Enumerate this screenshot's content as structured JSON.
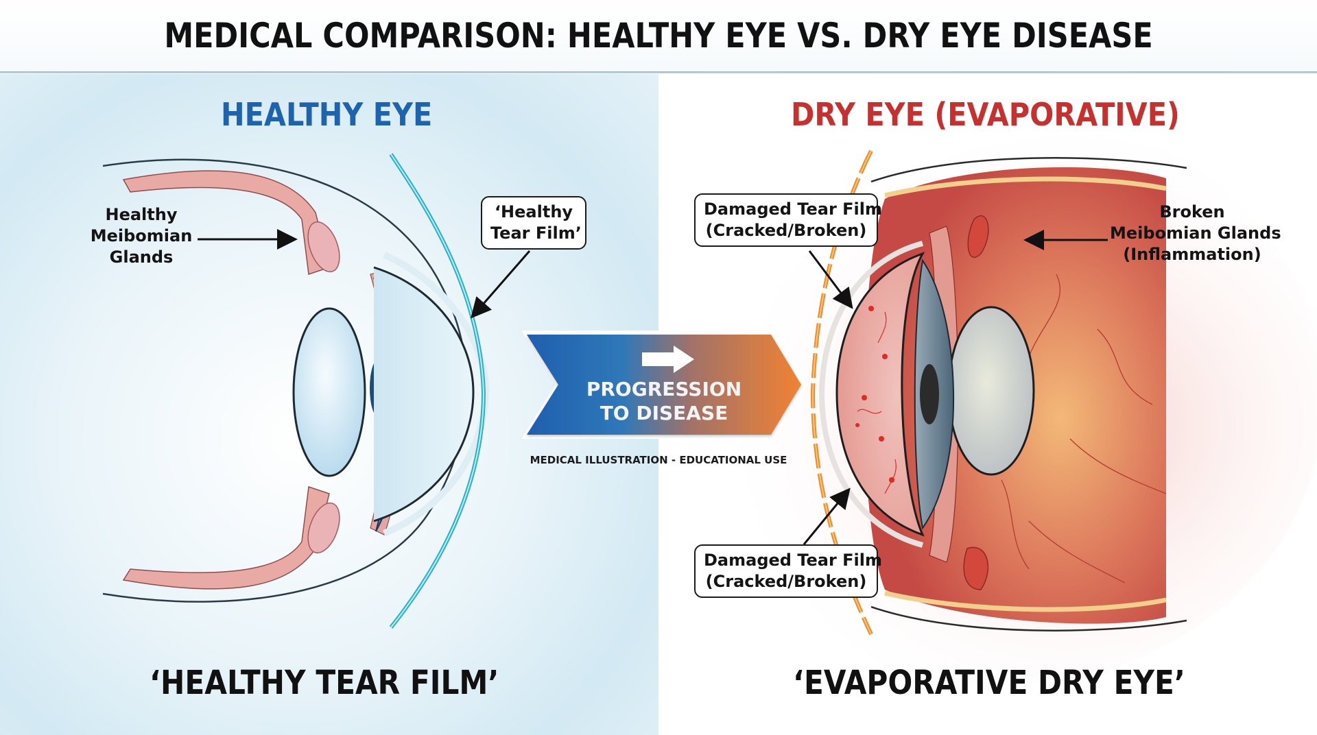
{
  "header": {
    "title": "MEDICAL COMPARISON: HEALTHY EYE VS. DRY EYE DISEASE"
  },
  "left_panel": {
    "title": "HEALTHY EYE",
    "title_color": "#1d63ad",
    "labels": {
      "meibomian": [
        "Healthy",
        "Meibomian",
        "Glands"
      ],
      "tear_film_callout": [
        "‘Healthy",
        "Tear Film’"
      ]
    },
    "caption": "‘HEALTHY TEAR FILM’"
  },
  "center": {
    "banner_icon": "right-arrow-icon",
    "banner_lines": [
      "PROGRESSION",
      "TO DISEASE"
    ],
    "banner_gradient": [
      "#1f5fae",
      "#f08233"
    ],
    "footnote": "MEDICAL ILLUSTRATION - EDUCATIONAL USE"
  },
  "right_panel": {
    "title": "DRY EYE (EVAPORATIVE)",
    "title_color": "#c6302f",
    "labels": {
      "tear_film_top": [
        "Damaged Tear Film",
        "(Cracked/Broken)"
      ],
      "tear_film_bottom": [
        "Damaged Tear Film",
        "(Cracked/Broken)"
      ],
      "meibomian": [
        "Broken",
        "Meibomian Glands",
        "(Inflammation)"
      ]
    },
    "caption": "‘EVAPORATIVE DRY EYE’"
  }
}
